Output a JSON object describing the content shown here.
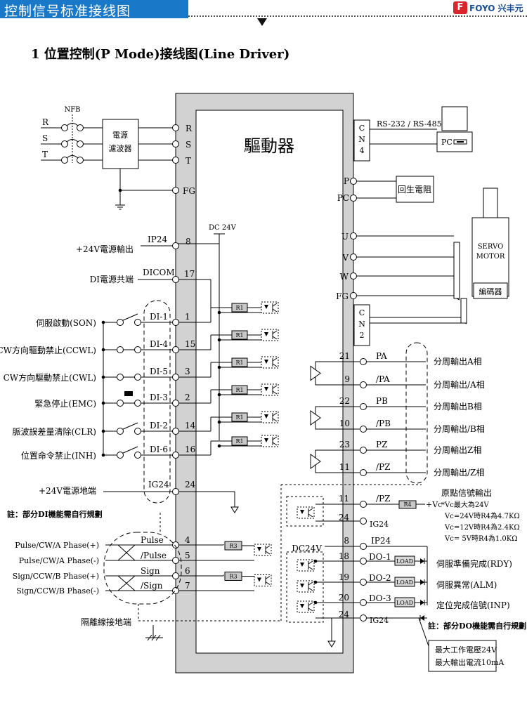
{
  "header": {
    "title": "控制信号标准接线图",
    "logo_mark": "F",
    "logo_text": "FOYO 兴丰元"
  },
  "section_title": "1  位置控制(P Mode)接线图(Line Driver)",
  "driver": {
    "name": "驅動器"
  },
  "power": {
    "nfb": "NFB",
    "phases": [
      "R",
      "S",
      "T"
    ],
    "filter_lines": [
      "電源",
      "濾波器"
    ],
    "terminals": [
      "R",
      "S",
      "T",
      "FG"
    ]
  },
  "comm": {
    "cn4": [
      "C",
      "N",
      "4"
    ],
    "label": "RS-232 / RS-485",
    "pc": "PC"
  },
  "regen": {
    "terminals": [
      "P",
      "PC"
    ],
    "label": "回生電阻"
  },
  "motor": {
    "terminals": [
      "U",
      "V",
      "W",
      "FG"
    ],
    "name_lines": [
      "SERVO",
      "MOTOR"
    ],
    "encoder": "編碼器",
    "cn2": [
      "C",
      "N",
      "2"
    ]
  },
  "supply": {
    "dc24": "DC 24V",
    "ip24_label": "+24V電源輸出",
    "ip24_name": "IP24",
    "ip24_pin": "8",
    "dicom_label": "DI電源共端",
    "dicom_name": "DICOM",
    "dicom_pin": "17"
  },
  "di_inputs": [
    {
      "label": "伺服啟動(SON)",
      "name": "DI-1",
      "pin": "1"
    },
    {
      "label": "CCW方向驅動禁止(CCWL)",
      "name": "DI-4",
      "pin": "15"
    },
    {
      "label": "CW方向驅動禁止(CWL)",
      "name": "DI-5",
      "pin": "3"
    },
    {
      "label": "緊急停止(EMC)",
      "name": "DI-3",
      "pin": "2"
    },
    {
      "label": "脈波誤差量清除(CLR)",
      "name": "DI-2",
      "pin": "14"
    },
    {
      "label": "位置命令禁止(INH)",
      "name": "DI-6",
      "pin": "16"
    }
  ],
  "resistor_r1": "R1",
  "ig24": {
    "label": "+24V電源地端",
    "name": "IG24",
    "pin": "24"
  },
  "di_note": "註：部分DI機能需自行規劃",
  "pulse_inputs": [
    {
      "label": "Pulse/CW/A Phase(+)",
      "name": "Pulse",
      "pin": "4"
    },
    {
      "label": "Pulse/CW/A Phase(-)",
      "name": "/Pulse",
      "pin": "5"
    },
    {
      "label": "Sign/CCW/B Phase(+)",
      "name": "Sign",
      "pin": "6"
    },
    {
      "label": "Sign/CCW/B Phase(-)",
      "name": "/Sign",
      "pin": "7"
    }
  ],
  "resistor_r3": "R3",
  "shield_label": "隔離線接地端",
  "encoder_outputs": [
    {
      "pin": "21",
      "name": "PA",
      "label": "分周輸出A相"
    },
    {
      "pin": "9",
      "name": "/PA",
      "label": "分周輸出/A相"
    },
    {
      "pin": "22",
      "name": "PB",
      "label": "分周輸出B相"
    },
    {
      "pin": "10",
      "name": "/PB",
      "label": "分周輸出/B相"
    },
    {
      "pin": "23",
      "name": "PZ",
      "label": "分周輸出Z相"
    },
    {
      "pin": "11",
      "name": "/PZ",
      "label": "分周輸出/Z相"
    }
  ],
  "origin": {
    "pin": "11",
    "name": "/PZ",
    "gnd_pin": "24",
    "gnd_name": "IG24",
    "resistor": "R4",
    "vc": "+Vc",
    "title": "原點信號輸出",
    "notes": [
      "*Vc最大為24V",
      "Vc=24V時R4為4.7KΩ",
      "Vc=12V時R4為2.4KΩ",
      "Vc= 5V時R4為1.0KΩ"
    ]
  },
  "do_supply": {
    "label": "DC24V",
    "pin": "8",
    "name": "IP24"
  },
  "do_outputs": [
    {
      "pin": "18",
      "name": "DO-1",
      "load": "LOAD",
      "label": "伺服準備完成(RDY)"
    },
    {
      "pin": "19",
      "name": "DO-2",
      "load": "LOAD",
      "label": "伺服異常(ALM)"
    },
    {
      "pin": "20",
      "name": "DO-3",
      "load": "LOAD",
      "label": "定位完成信號(INP)"
    }
  ],
  "do_ground": {
    "pin": "24",
    "name": "IG24"
  },
  "do_note": "註：部分DO機能需自行規劃",
  "limits": [
    "最大工作電壓24V",
    "最大輸出電流10mA"
  ]
}
